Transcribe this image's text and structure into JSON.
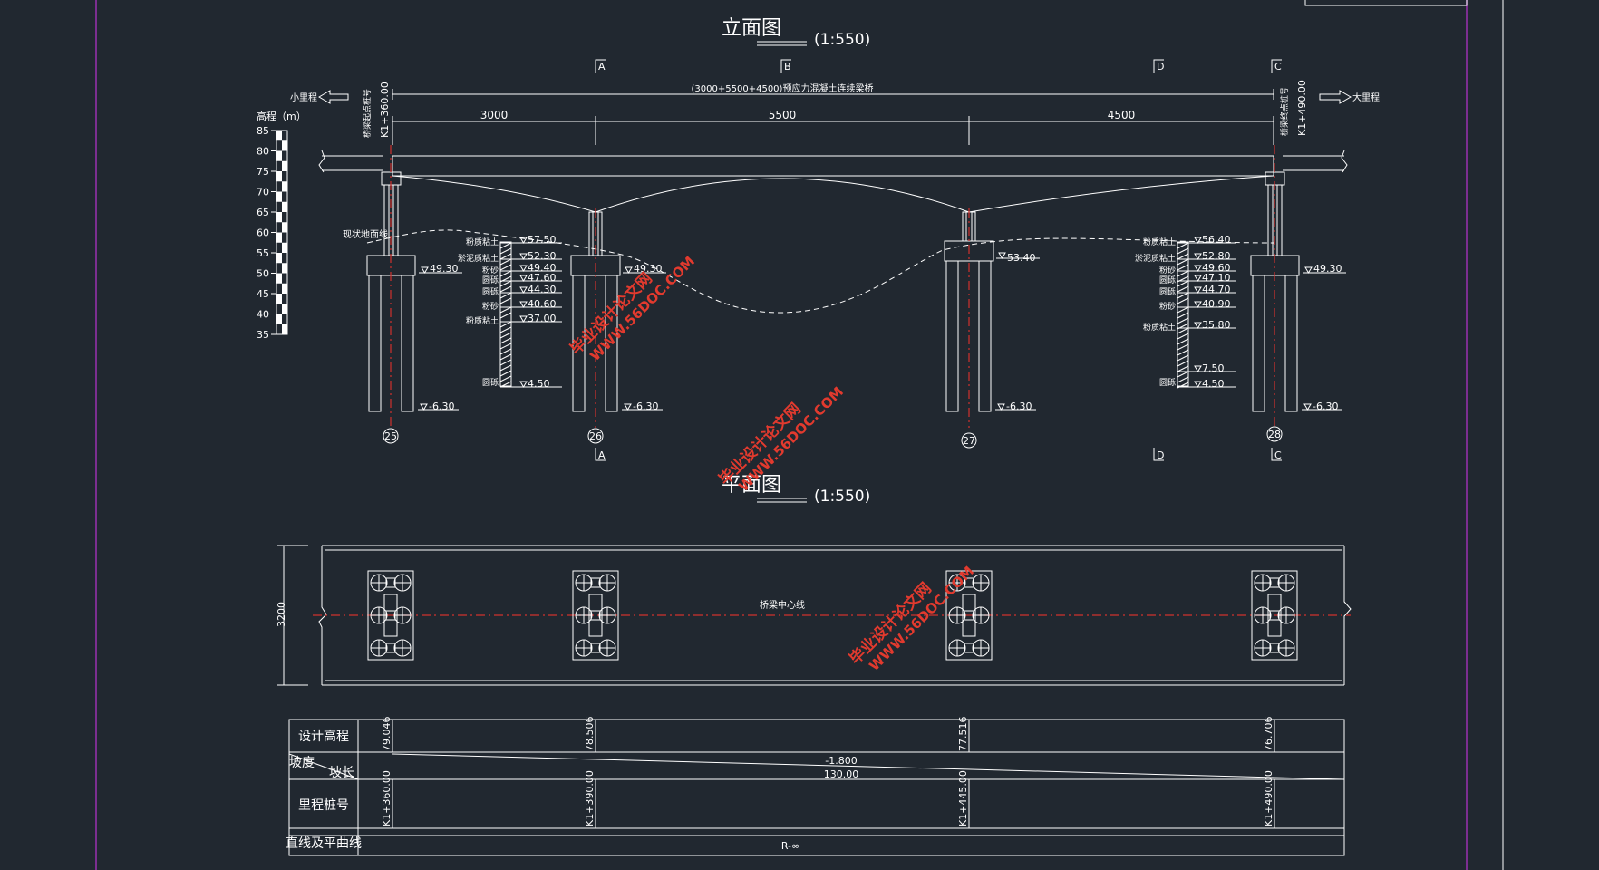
{
  "elevation": {
    "title": "立面图",
    "scale": "(1:550)",
    "span_total": "(3000+5500+4500)预应力混凝土连续梁桥",
    "span_dims": [
      "3000",
      "5500",
      "4500"
    ],
    "dir_small": "小里程",
    "dir_large": "大里程",
    "start_label": "桥梁起点桩号",
    "end_label": "桥梁终点桩号",
    "start_station": "K1+360.00",
    "end_station": "K1+490.00",
    "ground_label": "现状地面线",
    "scale_title": "高程（m）",
    "scale_ticks": [
      "85",
      "80",
      "75",
      "70",
      "65",
      "60",
      "55",
      "50",
      "45",
      "40",
      "35"
    ],
    "section_marks": [
      "A",
      "B",
      "D",
      "C"
    ],
    "section_marks_bottom": [
      "A",
      "D",
      "C"
    ],
    "piers": [
      "25",
      "26",
      "27",
      "28"
    ],
    "cap_elevs": [
      "49.30",
      "49.30",
      "53.40",
      "49.30"
    ],
    "pile_tips": [
      "-6.30",
      "-6.30",
      "-6.30",
      "-6.30"
    ],
    "bore1": {
      "layers": [
        "粉质粘土",
        "淤泥质粘土",
        "粉砂",
        "圆砾",
        "圆砾",
        "粉砂",
        "粉质粘土",
        "圆砾"
      ],
      "elevs": [
        "57.50",
        "52.30",
        "49.40",
        "47.60",
        "44.30",
        "40.60",
        "37.00",
        "4.50"
      ]
    },
    "bore2": {
      "layers": [
        "粉质粘土",
        "淤泥质粘土",
        "粉砂",
        "圆砾",
        "圆砾",
        "粉砂",
        "粉质粘土",
        "圆砾"
      ],
      "elevs": [
        "56.40",
        "52.80",
        "49.60",
        "47.10",
        "44.70",
        "40.90",
        "35.80",
        "7.50",
        "4.50"
      ]
    }
  },
  "plan": {
    "title": "平面图",
    "scale": "(1:550)",
    "width_dim": "3200",
    "centerline": "桥梁中心线"
  },
  "profile_table": {
    "row_design": "设计高程",
    "row_grade_a": "坡度",
    "row_grade_b": "坡长",
    "row_station": "里程桩号",
    "row_curve": "直线及平曲线",
    "design_elevs": [
      "79.046",
      "78.506",
      "77.516",
      "76.706"
    ],
    "grade": "-1.800",
    "length": "130.00",
    "stations": [
      "K1+360.00",
      "K1+390.00",
      "K1+445.00",
      "K1+490.00"
    ],
    "curve": "R-∞"
  },
  "watermark": {
    "cn": "毕业设计论文网",
    "url": "WWW.56DOC.COM"
  }
}
